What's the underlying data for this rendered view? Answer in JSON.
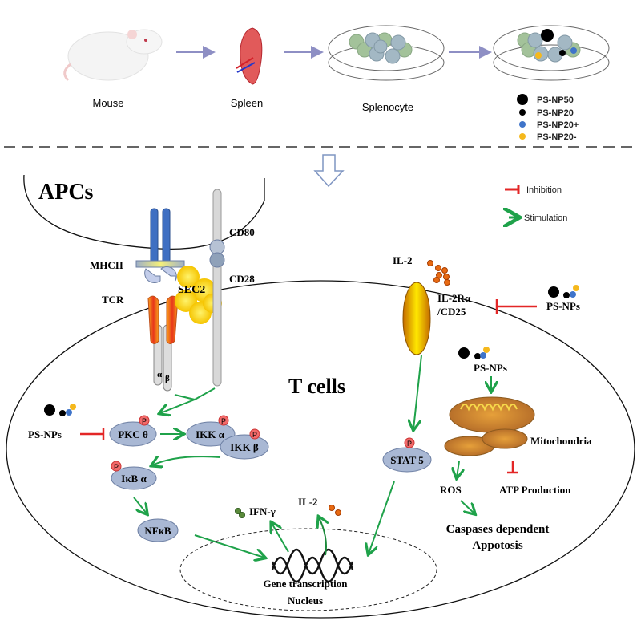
{
  "workflow": {
    "steps": [
      {
        "label": "Mouse",
        "icon": "mouse"
      },
      {
        "label": "Spleen",
        "icon": "spleen"
      },
      {
        "label": "Splenocyte",
        "icon": "petri-dish-cells"
      },
      {
        "label": "",
        "icon": "petri-dish-cells-with-nanoparticles"
      }
    ],
    "legend": [
      {
        "label": "PS-NP50",
        "color": "#000000",
        "size": "large"
      },
      {
        "label": "PS-NP20",
        "color": "#000000",
        "size": "small"
      },
      {
        "label": "PS-NP20+",
        "color": "#3f74c9",
        "size": "small"
      },
      {
        "label": "PS-NP20-",
        "color": "#f5b81c",
        "size": "small"
      }
    ]
  },
  "key": {
    "inhibition": {
      "label": "Inhibition",
      "color": "#e32626"
    },
    "stimulation": {
      "label": "Stimulation",
      "color": "#1fa24a"
    }
  },
  "cells": {
    "apc_label": "APCs",
    "t_cell_label": "T cells"
  },
  "receptors": {
    "mhcii": "MHCII",
    "tcr": "TCR",
    "sec2": "SEC2",
    "cd80": "CD80",
    "cd28": "CD28",
    "alpha": "α",
    "beta": "β",
    "il2_top": "IL-2",
    "il2ra_line1": "IL-2Rα",
    "il2ra_line2": "/CD25"
  },
  "pathway": {
    "ps_nps": "PS-NPs",
    "pkc": "PKC θ",
    "ikka": "IKK α",
    "ikkb": "IKK β",
    "ikba": "IκB α",
    "nfkb": "NFκB",
    "stat5": "STAT 5",
    "phospho": "P",
    "ifng": "IFN-γ",
    "il2_out": "IL-2",
    "gene_transcription": "Gene transcription",
    "nucleus": "Nucleus",
    "mitochondria": "Mitochondria",
    "ros": "ROS",
    "atp": "ATP Production",
    "caspase_line1": "Caspases dependent",
    "caspase_line2": "Appotosis"
  },
  "colors": {
    "arrow_purple": "#8e8fc4",
    "protein_fill": "#a9b8d4",
    "protein_stroke": "#6d7fa3",
    "mhc_blue": "#3f6fc2",
    "phospho_red": "#f26a6a",
    "green": "#1fa24a",
    "red": "#e32626"
  }
}
